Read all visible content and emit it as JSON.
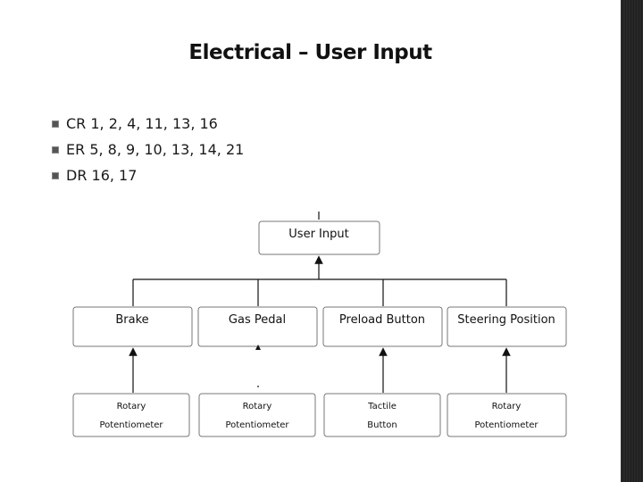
{
  "title": "Electrical – User Input",
  "bullets": [
    "CR 1, 2, 4, 11, 13, 16",
    "ER 5, 8, 9, 10, 13, 14, 21",
    "DR 16, 17"
  ],
  "diagram": {
    "root": "User Input",
    "inputs": [
      {
        "label": "Brake",
        "sensor_line1": "Rotary",
        "sensor_line2": "Potentiometer"
      },
      {
        "label": "Gas Pedal",
        "sensor_line1": "Rotary",
        "sensor_line2": "Potentiometer"
      },
      {
        "label": "Preload Button",
        "sensor_line1": "Tactile",
        "sensor_line2": "Button"
      },
      {
        "label": "Steering Position",
        "sensor_line1": "Rotary",
        "sensor_line2": "Potentiometer"
      }
    ]
  }
}
